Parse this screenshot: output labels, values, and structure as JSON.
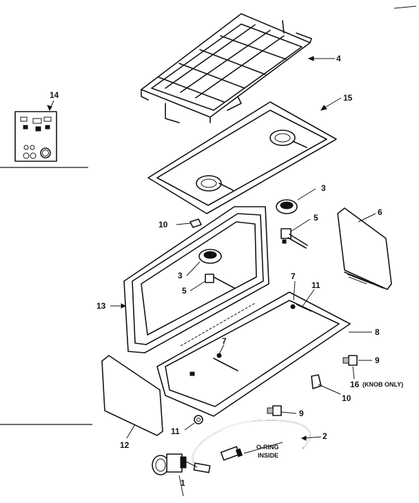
{
  "callouts": {
    "c1": "1",
    "c2": "2",
    "c3a": "3",
    "c3b": "3",
    "c4": "4",
    "c5a": "5",
    "c5b": "5",
    "c6": "6",
    "c7a": "7",
    "c7b": "7",
    "c8": "8",
    "c9a": "9",
    "c9b": "9",
    "c10a": "10",
    "c10b": "10",
    "c11a": "11",
    "c11b": "11",
    "c12": "12",
    "c13": "13",
    "c14": "14",
    "c15": "15",
    "c16": "16",
    "knob_only": "(KNOB ONLY)",
    "oring_line1": "O-RING",
    "oring_line2": "INSIDE"
  }
}
